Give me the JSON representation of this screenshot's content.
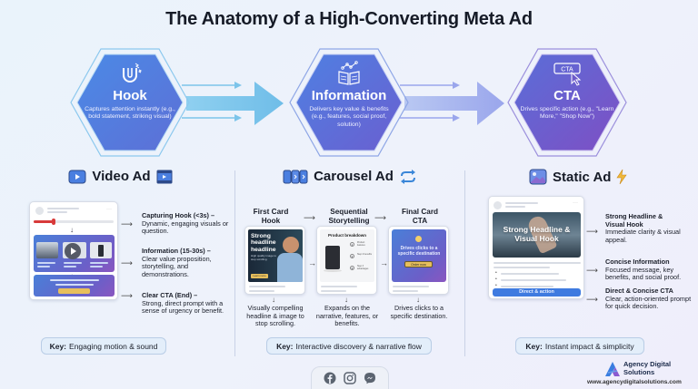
{
  "title": "The Anatomy of a High-Converting Meta Ad",
  "stages": [
    {
      "icon": "magnet-icon",
      "title": "Hook",
      "desc": "Captures attention instantly (e.g., bold statement, striking visual)"
    },
    {
      "icon": "book-chart-icon",
      "title": "Information",
      "desc": "Delivers key value & benefits (e.g., features, social proof, solution)"
    },
    {
      "icon": "cta-cursor-icon",
      "title": "CTA",
      "icon_label": "CTA",
      "desc": "Drives specific action (e.g., \"Learn More,\" \"Shop Now\")"
    }
  ],
  "colors": {
    "hook_hex": "#4f7fe0",
    "info_hex": "#5b72d8",
    "cta_hex": "#7454c6",
    "flow_arrow": "#7cc4ea",
    "flow_arrow_2": "#a9b4ee",
    "cta_button_yellow": "#e7bf5c",
    "static_button_blue": "#3f7be0",
    "progress_red": "#d83a3a"
  },
  "video_ad": {
    "title": "Video Ad",
    "progress_fraction": 0.25,
    "points": [
      {
        "heading": "Capturing Hook (<3s) –",
        "body": "Dynamic, engaging visuals or question."
      },
      {
        "heading": "Information (15-30s) –",
        "body": "Clear value proposition, storytelling, and demonstrations."
      },
      {
        "heading": "Clear CTA (End) –",
        "body": "Strong, direct prompt with a sense of urgency or benefit."
      }
    ],
    "key_label": "Key:",
    "key_text": "Engaging motion & sound"
  },
  "carousel_ad": {
    "title": "Carousel Ad",
    "cards": [
      {
        "label": "First Card Hook",
        "label_l1": "First Card",
        "label_l2": "Hook",
        "desc": "Visually compelling headline & image to stop scrolling.",
        "headline": "Strong headline headline",
        "subtext": "High quality image to stop scrolling.",
        "button": "Learn more"
      },
      {
        "label": "Sequential Storytelling",
        "label_l1": "Sequential",
        "label_l2": "Storytelling",
        "desc": "Expands on the narrative, features, or benefits.",
        "panel_title": "Product breakdown",
        "steps": [
          "1",
          "2",
          "3"
        ],
        "step_texts": [
          "Product features",
          "Step 2 benefits",
          "Step 3 advantages"
        ]
      },
      {
        "label": "Final Card CTA",
        "label_l1": "Final Card",
        "label_l2": "CTA",
        "desc": "Drives clicks to a specific destination.",
        "headline": "Drives clicks to a specific destination",
        "button": "Order now"
      }
    ],
    "key_label": "Key:",
    "key_text": "Interactive discovery & narrative flow"
  },
  "static_ad": {
    "title": "Static Ad",
    "image_headline": "Strong Headline & Visual Hook",
    "button": "Direct & action",
    "points": [
      {
        "heading": "Strong Headline & Visual Hook",
        "body": "Immediate clarity & visual appeal."
      },
      {
        "heading": "Concise Information",
        "body": "Focused message, key benefits, and social proof."
      },
      {
        "heading": "Direct & Concise CTA",
        "body": "Clear, action-oriented prompt for quick decision."
      }
    ],
    "key_label": "Key:",
    "key_text": "Instant impact & simplicity"
  },
  "social": [
    "facebook-icon",
    "instagram-icon",
    "messenger-icon"
  ],
  "brand": {
    "name_l1": "Agency Digital",
    "name_l2": "Solutions",
    "url": "www.agencydigitalsolutions.com"
  }
}
